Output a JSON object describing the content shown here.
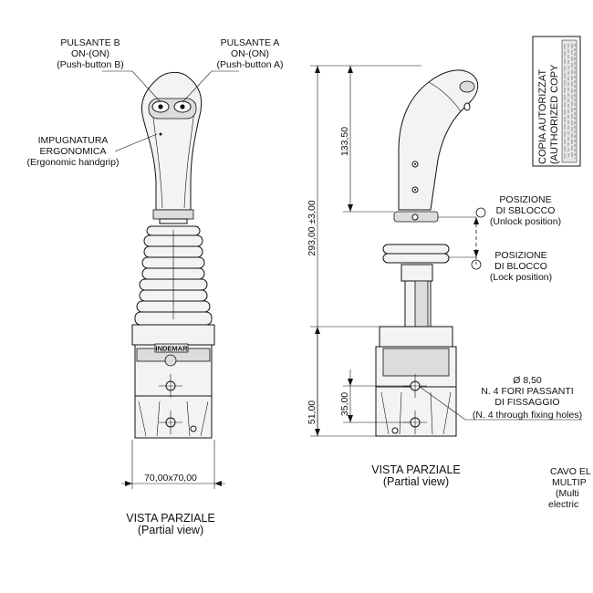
{
  "left_view": {
    "button_b": [
      "PULSANTE B",
      "ON-(ON)",
      "(Push-button B)"
    ],
    "button_a": [
      "PULSANTE A",
      "ON-(ON)",
      "(Push-button A)"
    ],
    "grip": [
      "IMPUGNATURA",
      "ERGONOMICA",
      "(Ergonomic handgrip)"
    ],
    "brand": "INDEMAR",
    "width_dim": "70,00x70,00",
    "caption": [
      "VISTA PARZIALE",
      "(Partial view)"
    ]
  },
  "right_view": {
    "dim_overall": "293,00 ±3,00",
    "dim_top": "133,50",
    "dim_base": "51,00",
    "dim_holes": "35,00",
    "unlock": [
      "POSIZIONE",
      "DI SBLOCCO",
      "(Unlock position)"
    ],
    "lock": [
      "POSIZIONE",
      "DI BLOCCO",
      "(Lock position)"
    ],
    "holes": [
      "Ø 8,50",
      "N. 4 FORI PASSANTI",
      "DI FISSAGGIO",
      "(N. 4 through fixing holes)"
    ],
    "caption": [
      "VISTA PARZIALE",
      "(Partial view)"
    ]
  },
  "cable": [
    "CAVO EL",
    "MULTIP",
    "(Multi",
    "electric"
  ],
  "stamp": [
    "COPIA AUTORIZZAT",
    "(AUTHORIZED COPY"
  ]
}
